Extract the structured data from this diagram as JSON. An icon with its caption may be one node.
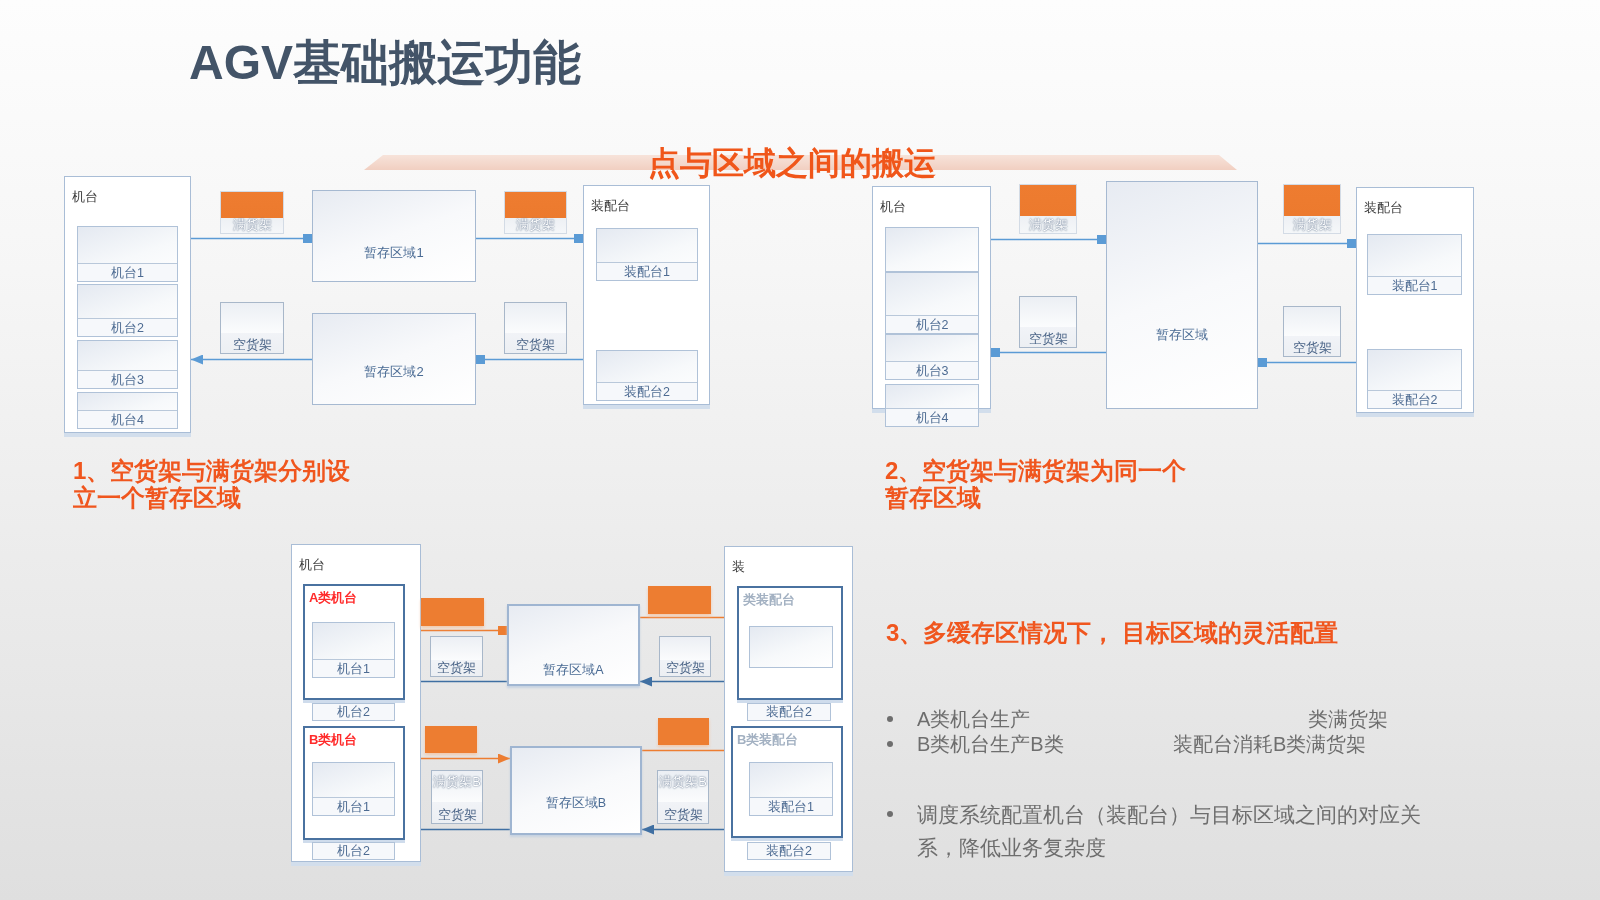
{
  "diagram": {
    "title": "AGV基础搬运功能",
    "nodes": [
      {
        "text": [
          "机台"
        ]
      },
      {
        "text": [
          "机台1"
        ],
        "in": 0
      },
      {
        "text": [
          "机台2"
        ],
        "in": 0
      },
      {
        "text": [
          "机台3"
        ],
        "in": 0
      },
      {
        "text": [
          "机台4"
        ],
        "in": 0
      },
      {
        "text": [
          "满货架"
        ]
      },
      {
        "text": [
          "暂存区域1"
        ]
      },
      {
        "text": [
          "满货架"
        ]
      },
      {
        "text": [
          "装配台"
        ]
      },
      {
        "text": [
          "装配台1"
        ],
        "in": 8
      },
      {
        "text": [
          "装配台2"
        ],
        "in": 8
      },
      {
        "text": [
          "空货架"
        ]
      },
      {
        "text": [
          "暂存区域2"
        ]
      },
      {
        "text": [
          "空货架"
        ]
      },
      {
        "text": [
          "机台"
        ]
      },
      {
        "text": [],
        "shape": "box",
        "in": 14
      },
      {
        "text": [
          "机台2"
        ],
        "in": 14
      },
      {
        "text": [
          "机台3"
        ],
        "in": 14
      },
      {
        "text": [
          "机台4"
        ]
      },
      {
        "text": [
          "满货架"
        ]
      },
      {
        "text": [
          "空货架"
        ]
      },
      {
        "text": [
          "暂存区域"
        ]
      },
      {
        "text": [
          "满货架"
        ]
      },
      {
        "text": [
          "空货架"
        ]
      },
      {
        "text": [
          "装配台"
        ]
      },
      {
        "text": [
          "装配台1"
        ],
        "in": 24
      },
      {
        "text": [
          "装配台2"
        ],
        "in": 24
      },
      {
        "text": [
          "机台"
        ]
      },
      {
        "text": [
          "A类机台"
        ],
        "in": 27
      },
      {
        "text": [
          "机台1"
        ],
        "in": 28
      },
      {
        "text": [
          "机台2"
        ],
        "in": 27
      },
      {
        "text": [
          "B类机台"
        ],
        "in": 27
      },
      {
        "text": [
          "机台1"
        ],
        "in": 31
      },
      {
        "text": [
          "机台2"
        ],
        "in": 27
      },
      {
        "text": [],
        "shape": "box"
      },
      {
        "text": [
          "空货架"
        ]
      },
      {
        "text": [
          "暂存区域A"
        ]
      },
      {
        "text": [],
        "shape": "box"
      },
      {
        "text": [
          "空货架"
        ]
      },
      {
        "text": [
          "装"
        ]
      },
      {
        "text": [
          "类装配台"
        ],
        "in": 39
      },
      {
        "text": [],
        "shape": "box",
        "in": 40
      },
      {
        "text": [
          "装配台2"
        ],
        "in": 39
      },
      {
        "text": [
          "B类装配台"
        ],
        "in": 39
      },
      {
        "text": [
          "装配台1"
        ],
        "in": 43
      },
      {
        "text": [
          "装配台2"
        ],
        "in": 39
      },
      {
        "text": [],
        "shape": "box"
      },
      {
        "text": [
          "满货架B",
          "空货架"
        ]
      },
      {
        "text": [
          "暂存区域B"
        ]
      },
      {
        "text": [],
        "shape": "box"
      },
      {
        "text": [
          "满货架B",
          "空货架"
        ]
      },
      {
        "text": [],
        "shape": "bar"
      }
    ],
    "edges": [
      {
        "from": 0,
        "to": 6,
        "arrow": "other"
      },
      {
        "from": 6,
        "to": 8,
        "arrow": "other"
      },
      {
        "from": 8,
        "to": 12,
        "arrow": "other"
      },
      {
        "from": 12,
        "to": 0,
        "arrow": "to"
      },
      {
        "from": 14,
        "to": 21,
        "arrow": "other"
      },
      {
        "from": 21,
        "to": 24,
        "arrow": "other"
      },
      {
        "from": 24,
        "to": 21,
        "arrow": "other"
      },
      {
        "from": 21,
        "to": 14,
        "arrow": "other"
      },
      {
        "from": 28,
        "to": 36,
        "arrow": "other",
        "color": "#ed7d31"
      },
      {
        "from": 36,
        "to": 40,
        "arrow": "other",
        "color": "#ed7d31"
      },
      {
        "from": 40,
        "to": 36,
        "arrow": "to",
        "color": "#3f6fa2"
      },
      {
        "from": 36,
        "to": 28,
        "arrow": "to",
        "color": "#3f6fa2"
      },
      {
        "from": 31,
        "to": 48,
        "arrow": "to",
        "color": "#ed7d31"
      },
      {
        "from": 48,
        "to": 43,
        "arrow": "none",
        "color": "#ed7d31"
      },
      {
        "from": 43,
        "to": 48,
        "arrow": "to",
        "color": "#3f6fa2"
      },
      {
        "from": 48,
        "to": 31,
        "arrow": "to",
        "color": "#3f6fa2"
      }
    ],
    "labels": [
      "点与区域之间的搬运",
      "1、空货架与满货架分别设立一个暂存区域",
      "2、空货架与满货架为同一个暂存区域",
      "3、多缓存区情况下， 目标区域的灵活配置",
      "A类机台生产",
      "类满货架",
      "B类机台生产B类",
      "装配台消耗B类满货架",
      "调度系统配置机台（装配台）与目标区域之间的对应关系，降低业务复杂度"
    ]
  }
}
